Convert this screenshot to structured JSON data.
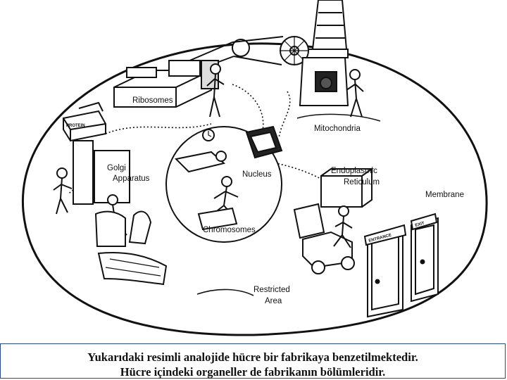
{
  "labels": {
    "ribosomes": "Ribosomes",
    "mitochondria": "Mitochondria",
    "golgi": [
      "Golgi",
      "Apparatus"
    ],
    "nucleus": "Nucleus",
    "endoplasmic": [
      "Endoplasmic",
      "Reticulum"
    ],
    "membrane": "Membrane",
    "chromosomes": "Chromosomes",
    "restricted": [
      "Restricted",
      "Area"
    ]
  },
  "signs": {
    "protein": "PROTEIN",
    "entrance": "ENTRANCE",
    "exit": "EXIT"
  },
  "caption": {
    "line1": "Yukarıdaki resimli analojide hücre bir fabrikaya benzetilmektedir.",
    "line2": "Hücre içindeki organeller de fabrikanın bölümleridir."
  }
}
